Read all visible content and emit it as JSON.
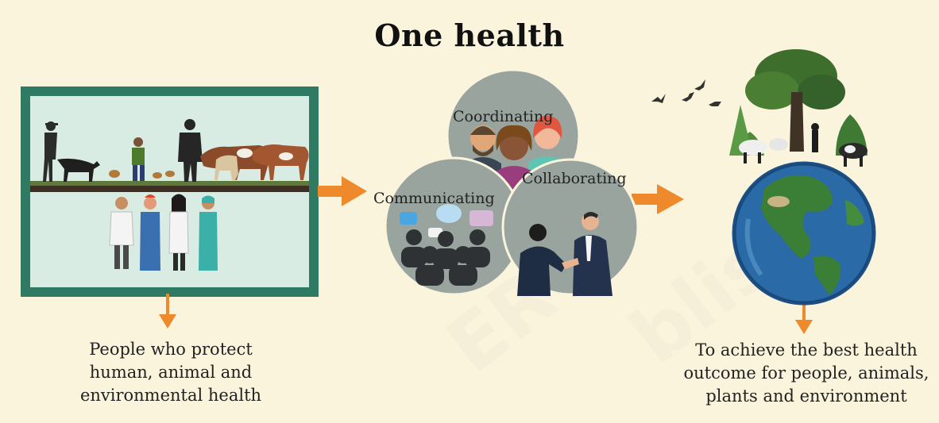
{
  "title": "One health",
  "circles": {
    "coordinating": "Coordinating",
    "communicating": "Communicating",
    "collaborating": "Collaborating"
  },
  "captions": {
    "left": [
      "People who protect",
      "human, animal and",
      "environmental health"
    ],
    "right": [
      "To achieve the best health",
      "outcome for people, animals,",
      "plants and environment"
    ]
  },
  "watermark": [
    "ERT",
    "blish"
  ],
  "colors": {
    "background": "#fbf4dc",
    "frame": "#2f7a63",
    "panel": "#d9ece3",
    "arrow": "#ee8a2c",
    "circle": "#9aa49f"
  }
}
